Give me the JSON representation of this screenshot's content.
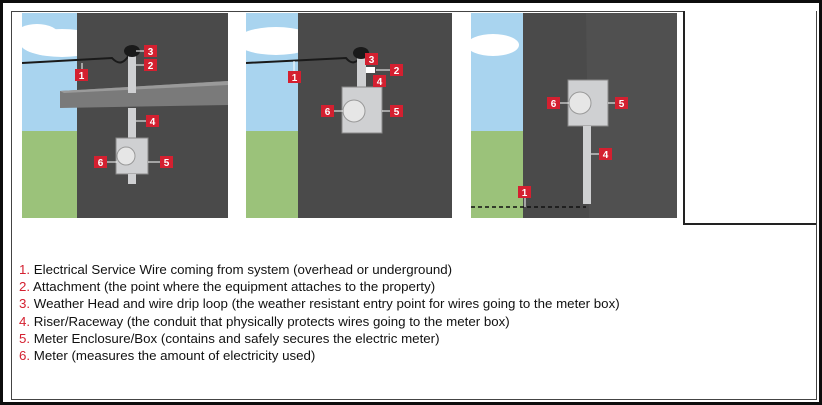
{
  "colors": {
    "marker_red": "#d42030",
    "wall_gray": "#4a4a4a",
    "sky_blue": "#a9d4ef",
    "grass_green": "#9bc27a",
    "box_gray": "#cfd0d2"
  },
  "panels": [
    {
      "markers": [
        "1",
        "2",
        "3",
        "4",
        "5",
        "6"
      ]
    },
    {
      "markers": [
        "1",
        "2",
        "3",
        "4",
        "5",
        "6"
      ]
    },
    {
      "markers": [
        "1",
        "4",
        "5",
        "6"
      ]
    }
  ],
  "legend": [
    {
      "num": "1.",
      "text": " Electrical Service Wire coming from system (overhead or underground)"
    },
    {
      "num": "2.",
      "text": "  Attachment (the point where the equipment attaches to the property)"
    },
    {
      "num": "3.",
      "text": "  Weather Head and wire drip loop (the weather resistant entry point for wires going to the meter box)"
    },
    {
      "num": "4.",
      "text": " Riser/Raceway (the conduit that physically protects wires going to the meter box)"
    },
    {
      "num": "5.",
      "text": " Meter Enclosure/Box (contains and safely secures the electric meter)"
    },
    {
      "num": "6.",
      "text": " Meter (measures the amount of electricity used)"
    }
  ]
}
